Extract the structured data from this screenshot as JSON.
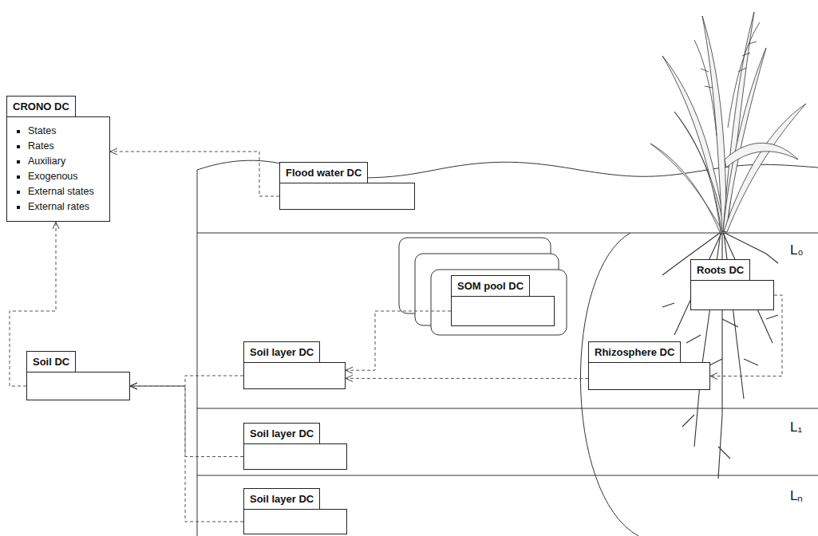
{
  "diagram": {
    "nodes": [
      {
        "text": [
          "CRONO DC",
          "States",
          "Rates",
          "Auxiliary",
          "Exogenous",
          "External states",
          "External rates"
        ]
      },
      {
        "text": [
          "Flood water DC"
        ]
      },
      {
        "text": [
          "SOM pool DC"
        ]
      },
      {
        "text": [
          "Roots DC"
        ]
      },
      {
        "text": [
          "Rhizosphere DC"
        ]
      },
      {
        "text": [
          "Soil layer DC"
        ]
      },
      {
        "text": [
          "Soil DC"
        ]
      },
      {
        "text": [
          "Soil layer DC"
        ]
      },
      {
        "text": [
          "Soil layer DC"
        ]
      }
    ],
    "edges": [
      {
        "from": 1,
        "to": 0,
        "arrow": "to"
      },
      {
        "from": 6,
        "to": 0,
        "arrow": "to"
      },
      {
        "from": 5,
        "to": 6,
        "arrow": "to"
      },
      {
        "from": 7,
        "to": 6,
        "arrow": "to"
      },
      {
        "from": 8,
        "to": 6,
        "arrow": "to"
      },
      {
        "from": 2,
        "to": 5,
        "arrow": "to"
      },
      {
        "from": 4,
        "to": 5,
        "arrow": "to"
      },
      {
        "from": 3,
        "to": 4,
        "arrow": "to"
      }
    ],
    "labels": [
      "L₀",
      "L₁",
      "Lₙ"
    ]
  }
}
